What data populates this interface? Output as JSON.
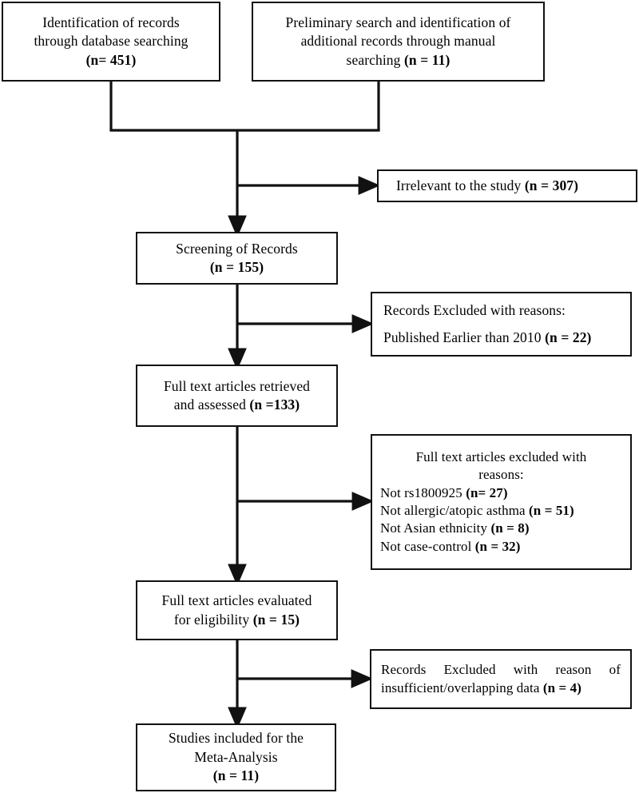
{
  "diagram": {
    "type": "prisma-flow-diagram",
    "title": "",
    "background_color": "#ffffff",
    "line_color": "#111111"
  },
  "nodes": {
    "db_search": {
      "name": "identification-database-searching",
      "lines": [
        "Identification of records",
        "through database searching",
        "(n= 451)"
      ],
      "count_label": "(n= 451)",
      "count": 451
    },
    "manual_search": {
      "name": "identification-manual-searching",
      "lines": [
        "Preliminary search and identification of",
        "additional records through manual",
        "searching (n = 11)"
      ],
      "count_label": "(n = 11)",
      "count": 11
    },
    "irrelevant": {
      "name": "excluded-irrelevant",
      "lines": [
        "Irrelevant to the study (n = 307)"
      ],
      "count_label": "(n = 307)",
      "count": 307
    },
    "screening": {
      "name": "screening-of-records",
      "lines": [
        "Screening of Records",
        "(n = 155)"
      ],
      "count_label": "(n = 155)",
      "count": 155
    },
    "excluded_year": {
      "name": "excluded-published-earlier",
      "lines": [
        "Records Excluded with reasons:",
        "Published Earlier than 2010 (n = 22)"
      ],
      "count_label": "(n = 22)",
      "count": 22
    },
    "fulltext_retrieved": {
      "name": "fulltext-retrieved-assessed",
      "lines": [
        "Full text articles retrieved",
        "and assessed (n =133)"
      ],
      "count_label": "(n =133)",
      "count": 133
    },
    "excluded_reasons": {
      "name": "excluded-fulltext-reasons",
      "header": [
        "Full text articles excluded with",
        "reasons:"
      ],
      "items": [
        {
          "reason": "Not rs1800925",
          "count_label": "(n= 27)",
          "count": 27
        },
        {
          "reason": "Not allergic/atopic asthma",
          "count_label": "(n = 51)",
          "count": 51
        },
        {
          "reason": "Not Asian ethnicity",
          "count_label": "(n = 8)",
          "count": 8
        },
        {
          "reason": "Not case-control",
          "count_label": "(n = 32)",
          "count": 32
        }
      ]
    },
    "eligibility": {
      "name": "fulltext-evaluated-eligibility",
      "lines": [
        "Full text articles evaluated",
        "for eligibility (n = 15)"
      ],
      "count_label": "(n = 15)",
      "count": 15
    },
    "excluded_data": {
      "name": "excluded-insufficient-data",
      "lines": [
        "Records Excluded with reason of",
        "insufficient/overlapping data (n = 4)"
      ],
      "count_label": "(n = 4)",
      "count": 4
    },
    "included": {
      "name": "studies-included-meta-analysis",
      "lines": [
        "Studies included for the",
        "Meta-Analysis",
        "(n = 11)"
      ],
      "count_label": "(n = 11)",
      "count": 11
    }
  },
  "text_parts": {
    "db_search": {
      "l1": "Identification of records",
      "l2": "through database searching",
      "l3": "(n= 451)"
    },
    "manual_search": {
      "l1": "Preliminary search and identification of",
      "l2": "additional records through manual",
      "l3_plain": "searching ",
      "l3_bold": "(n = 11)"
    },
    "irrelevant": {
      "plain": "Irrelevant to the study ",
      "bold": "(n = 307)"
    },
    "screening": {
      "l1": "Screening of Records",
      "l2": "(n = 155)"
    },
    "excluded_year": {
      "l1": "Records Excluded with reasons:",
      "l2_plain": "Published Earlier than 2010 ",
      "l2_bold": "(n = 22)"
    },
    "fulltext_retrieved": {
      "l1": "Full text articles retrieved",
      "l2_plain": "and assessed ",
      "l2_bold": "(n =133)"
    },
    "excluded_reasons": {
      "h1": "Full text articles excluded with",
      "h2": "reasons:",
      "i1_plain": "Not rs1800925 ",
      "i1_bold": "(n= 27)",
      "i2_plain": "Not allergic/atopic asthma ",
      "i2_bold": "(n = 51)",
      "i3_plain": "Not Asian ethnicity ",
      "i3_bold": "(n = 8)",
      "i4_plain": "Not case-control ",
      "i4_bold": "(n = 32)"
    },
    "eligibility": {
      "l1": "Full text articles evaluated",
      "l2_plain": "for eligibility ",
      "l2_bold": "(n = 15)"
    },
    "excluded_data": {
      "l1": "Records Excluded with reason of",
      "l2_plain": "insufficient/overlapping data ",
      "l2_bold": "(n = 4)"
    },
    "included": {
      "l1": "Studies included for the",
      "l2": "Meta-Analysis",
      "l3": "(n = 11)"
    }
  },
  "connectors": [
    {
      "name": "db-search-to-merge",
      "from": "db_search",
      "to": "merge-bar",
      "arrow": false
    },
    {
      "name": "manual-search-to-merge",
      "from": "manual_search",
      "to": "merge-bar",
      "arrow": false
    },
    {
      "name": "merge-to-screening",
      "from": "merge-bar",
      "to": "screening",
      "arrow": true
    },
    {
      "name": "spine-to-irrelevant",
      "from": "merge-spine",
      "to": "irrelevant",
      "arrow": true
    },
    {
      "name": "screening-to-fulltext",
      "from": "screening",
      "to": "fulltext_retrieved",
      "arrow": true
    },
    {
      "name": "spine-to-excluded-year",
      "from": "screening-spine",
      "to": "excluded_year",
      "arrow": true
    },
    {
      "name": "fulltext-to-eligibility",
      "from": "fulltext_retrieved",
      "to": "eligibility",
      "arrow": true
    },
    {
      "name": "spine-to-excluded-reasons",
      "from": "fulltext-spine",
      "to": "excluded_reasons",
      "arrow": true
    },
    {
      "name": "eligibility-to-included",
      "from": "eligibility",
      "to": "included",
      "arrow": true
    },
    {
      "name": "spine-to-excluded-data",
      "from": "eligibility-spine",
      "to": "excluded_data",
      "arrow": true
    }
  ]
}
